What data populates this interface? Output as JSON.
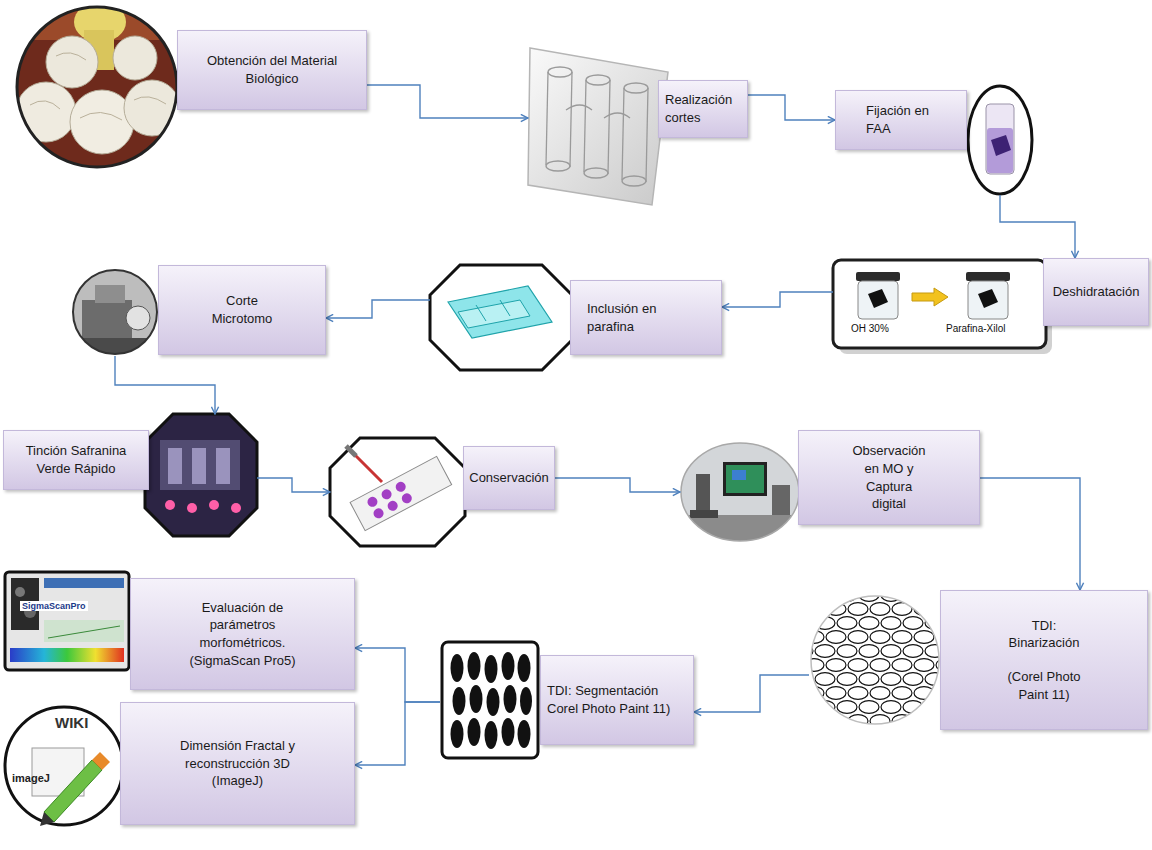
{
  "diagram": {
    "nodes": [
      {
        "text": [
          "Obtención del Material Biológico"
        ]
      },
      {
        "text": [
          "Realización cortes"
        ]
      },
      {
        "text": [
          "Fijación en FAA"
        ]
      },
      {
        "text": [
          "Deshidratación"
        ]
      },
      {
        "text": [
          "Inclusión en parafina"
        ]
      },
      {
        "text": [
          "Corte Microtomo"
        ]
      },
      {
        "text": [
          "Tinción Safranina Verde Rápido"
        ]
      },
      {
        "text": [
          "Conservación"
        ]
      },
      {
        "text": [
          "Observación en MO y Captura digital"
        ]
      },
      {
        "text": [
          "TDI: Binarización",
          "(Corel Photo Paint 11)"
        ]
      },
      {
        "text": [
          "TDI: Segmentación Corel Photo Paint 11)"
        ]
      },
      {
        "text": [
          "Evaluación de parámetros morfométricos. (SigmaScan Pro5)"
        ]
      },
      {
        "text": [
          "Dimensión Fractal y reconstrucción 3D (ImageJ)"
        ]
      }
    ],
    "edges": [
      {
        "from": 0,
        "to": 1,
        "arrow": "to"
      },
      {
        "from": 1,
        "to": 2,
        "arrow": "to"
      },
      {
        "from": 2,
        "to": 3,
        "arrow": "to"
      },
      {
        "from": 3,
        "to": 4,
        "arrow": "to"
      },
      {
        "from": 4,
        "to": 5,
        "arrow": "to"
      },
      {
        "from": 5,
        "to": 6,
        "arrow": "to"
      },
      {
        "from": 6,
        "to": 7,
        "arrow": "to"
      },
      {
        "from": 7,
        "to": 8,
        "arrow": "to"
      },
      {
        "from": 8,
        "to": 9,
        "arrow": "to"
      },
      {
        "from": 9,
        "to": 10,
        "arrow": "to"
      },
      {
        "from": 10,
        "to": 11,
        "arrow": "to"
      },
      {
        "from": 10,
        "to": 12,
        "arrow": "to"
      }
    ],
    "labels": [
      "OH 30%",
      "Parafina-Xilol",
      "SigmaScanPro",
      "WIKI",
      "imageJ"
    ]
  }
}
